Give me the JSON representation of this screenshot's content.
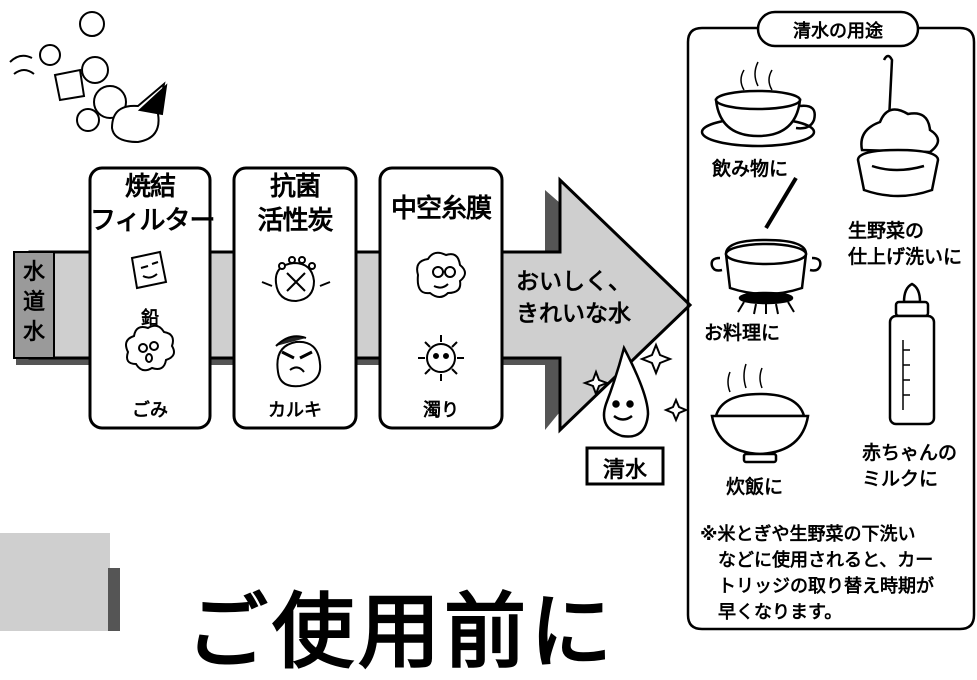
{
  "input_label": "水道水",
  "stages": [
    {
      "title": [
        "焼結",
        "フィルター"
      ],
      "items": [
        "鉛",
        "ごみ"
      ]
    },
    {
      "title": [
        "抗菌",
        "活性炭"
      ],
      "items": [
        "カルキ"
      ]
    },
    {
      "title": [
        "中空糸膜"
      ],
      "items": [
        "濁り"
      ]
    }
  ],
  "output_text": [
    "おいしく、",
    "きれいな水"
  ],
  "output_label": "清水",
  "uses_panel": {
    "title": "清水の用途",
    "uses": [
      {
        "label": [
          "飲み物に"
        ],
        "icon": "tea-cup-icon"
      },
      {
        "label": [
          "生野菜の",
          "仕上げ洗いに"
        ],
        "icon": "vegetable-wash-icon"
      },
      {
        "label": [
          "お料理に"
        ],
        "icon": "cooking-pot-icon"
      },
      {
        "label": [
          "赤ちゃんの",
          "ミルクに"
        ],
        "icon": "baby-bottle-icon"
      },
      {
        "label": [
          "炊飯に"
        ],
        "icon": "rice-bowl-icon"
      }
    ],
    "note": [
      "※米とぎや生野菜の下洗い",
      "などに使用されると、カー",
      "トリッジの取り替え時期が",
      "早くなります。"
    ]
  },
  "section_heading_partial": "ご使用前に",
  "colors": {
    "arrow_gray": "#c9c9c9",
    "arrow_dark": "#555555",
    "stroke": "#000000"
  }
}
